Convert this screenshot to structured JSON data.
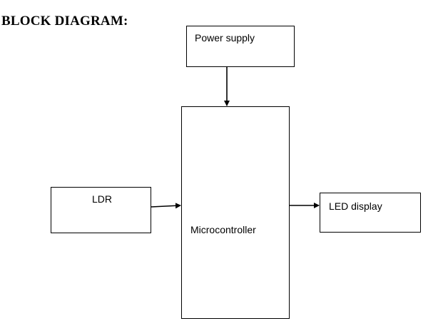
{
  "heading": "BLOCK DIAGRAM:",
  "blocks": {
    "power_supply": "Power supply",
    "microcontroller": "Microcontroller",
    "ldr": "LDR",
    "led_display": "LED display"
  },
  "connections": [
    {
      "from": "power_supply",
      "to": "microcontroller"
    },
    {
      "from": "ldr",
      "to": "microcontroller"
    },
    {
      "from": "microcontroller",
      "to": "led_display"
    }
  ],
  "colors": {
    "stroke": "#000000",
    "background": "#ffffff"
  }
}
